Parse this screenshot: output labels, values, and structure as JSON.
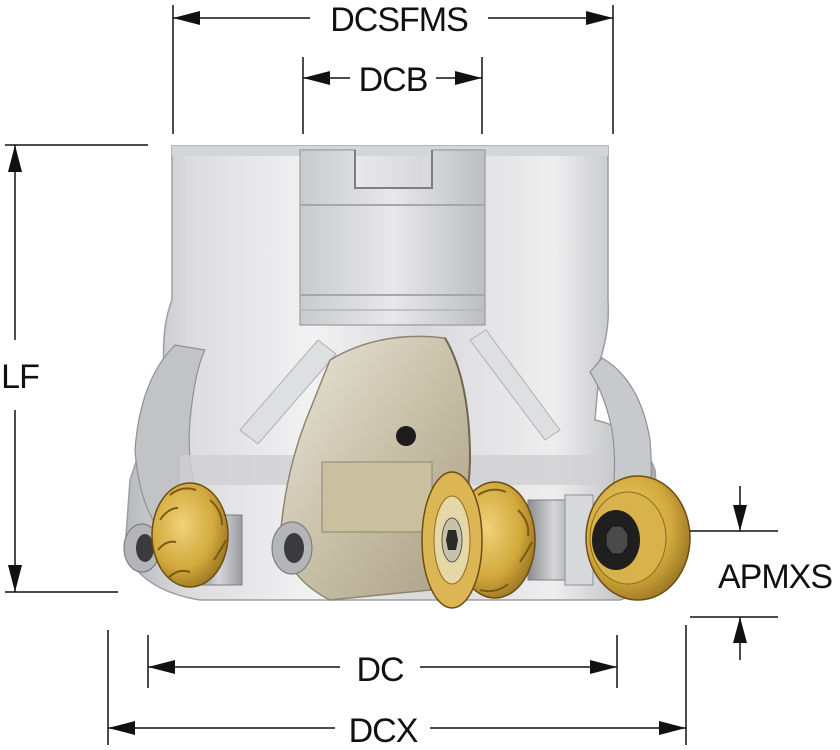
{
  "labels": {
    "dcsfms": "DCSFMS",
    "dcb": "DCB",
    "lf": "LF",
    "apmxs": "APMXS",
    "dc": "DC",
    "dcx": "DCX"
  },
  "colors": {
    "body_light": "#e4e4e6",
    "body_mid": "#c6c7cb",
    "body_dark": "#8e9096",
    "insert_gold": "#d2a93c",
    "insert_gold_dark": "#8f6a1c",
    "screw_dark": "#2a2a2a",
    "line": "#111111"
  }
}
